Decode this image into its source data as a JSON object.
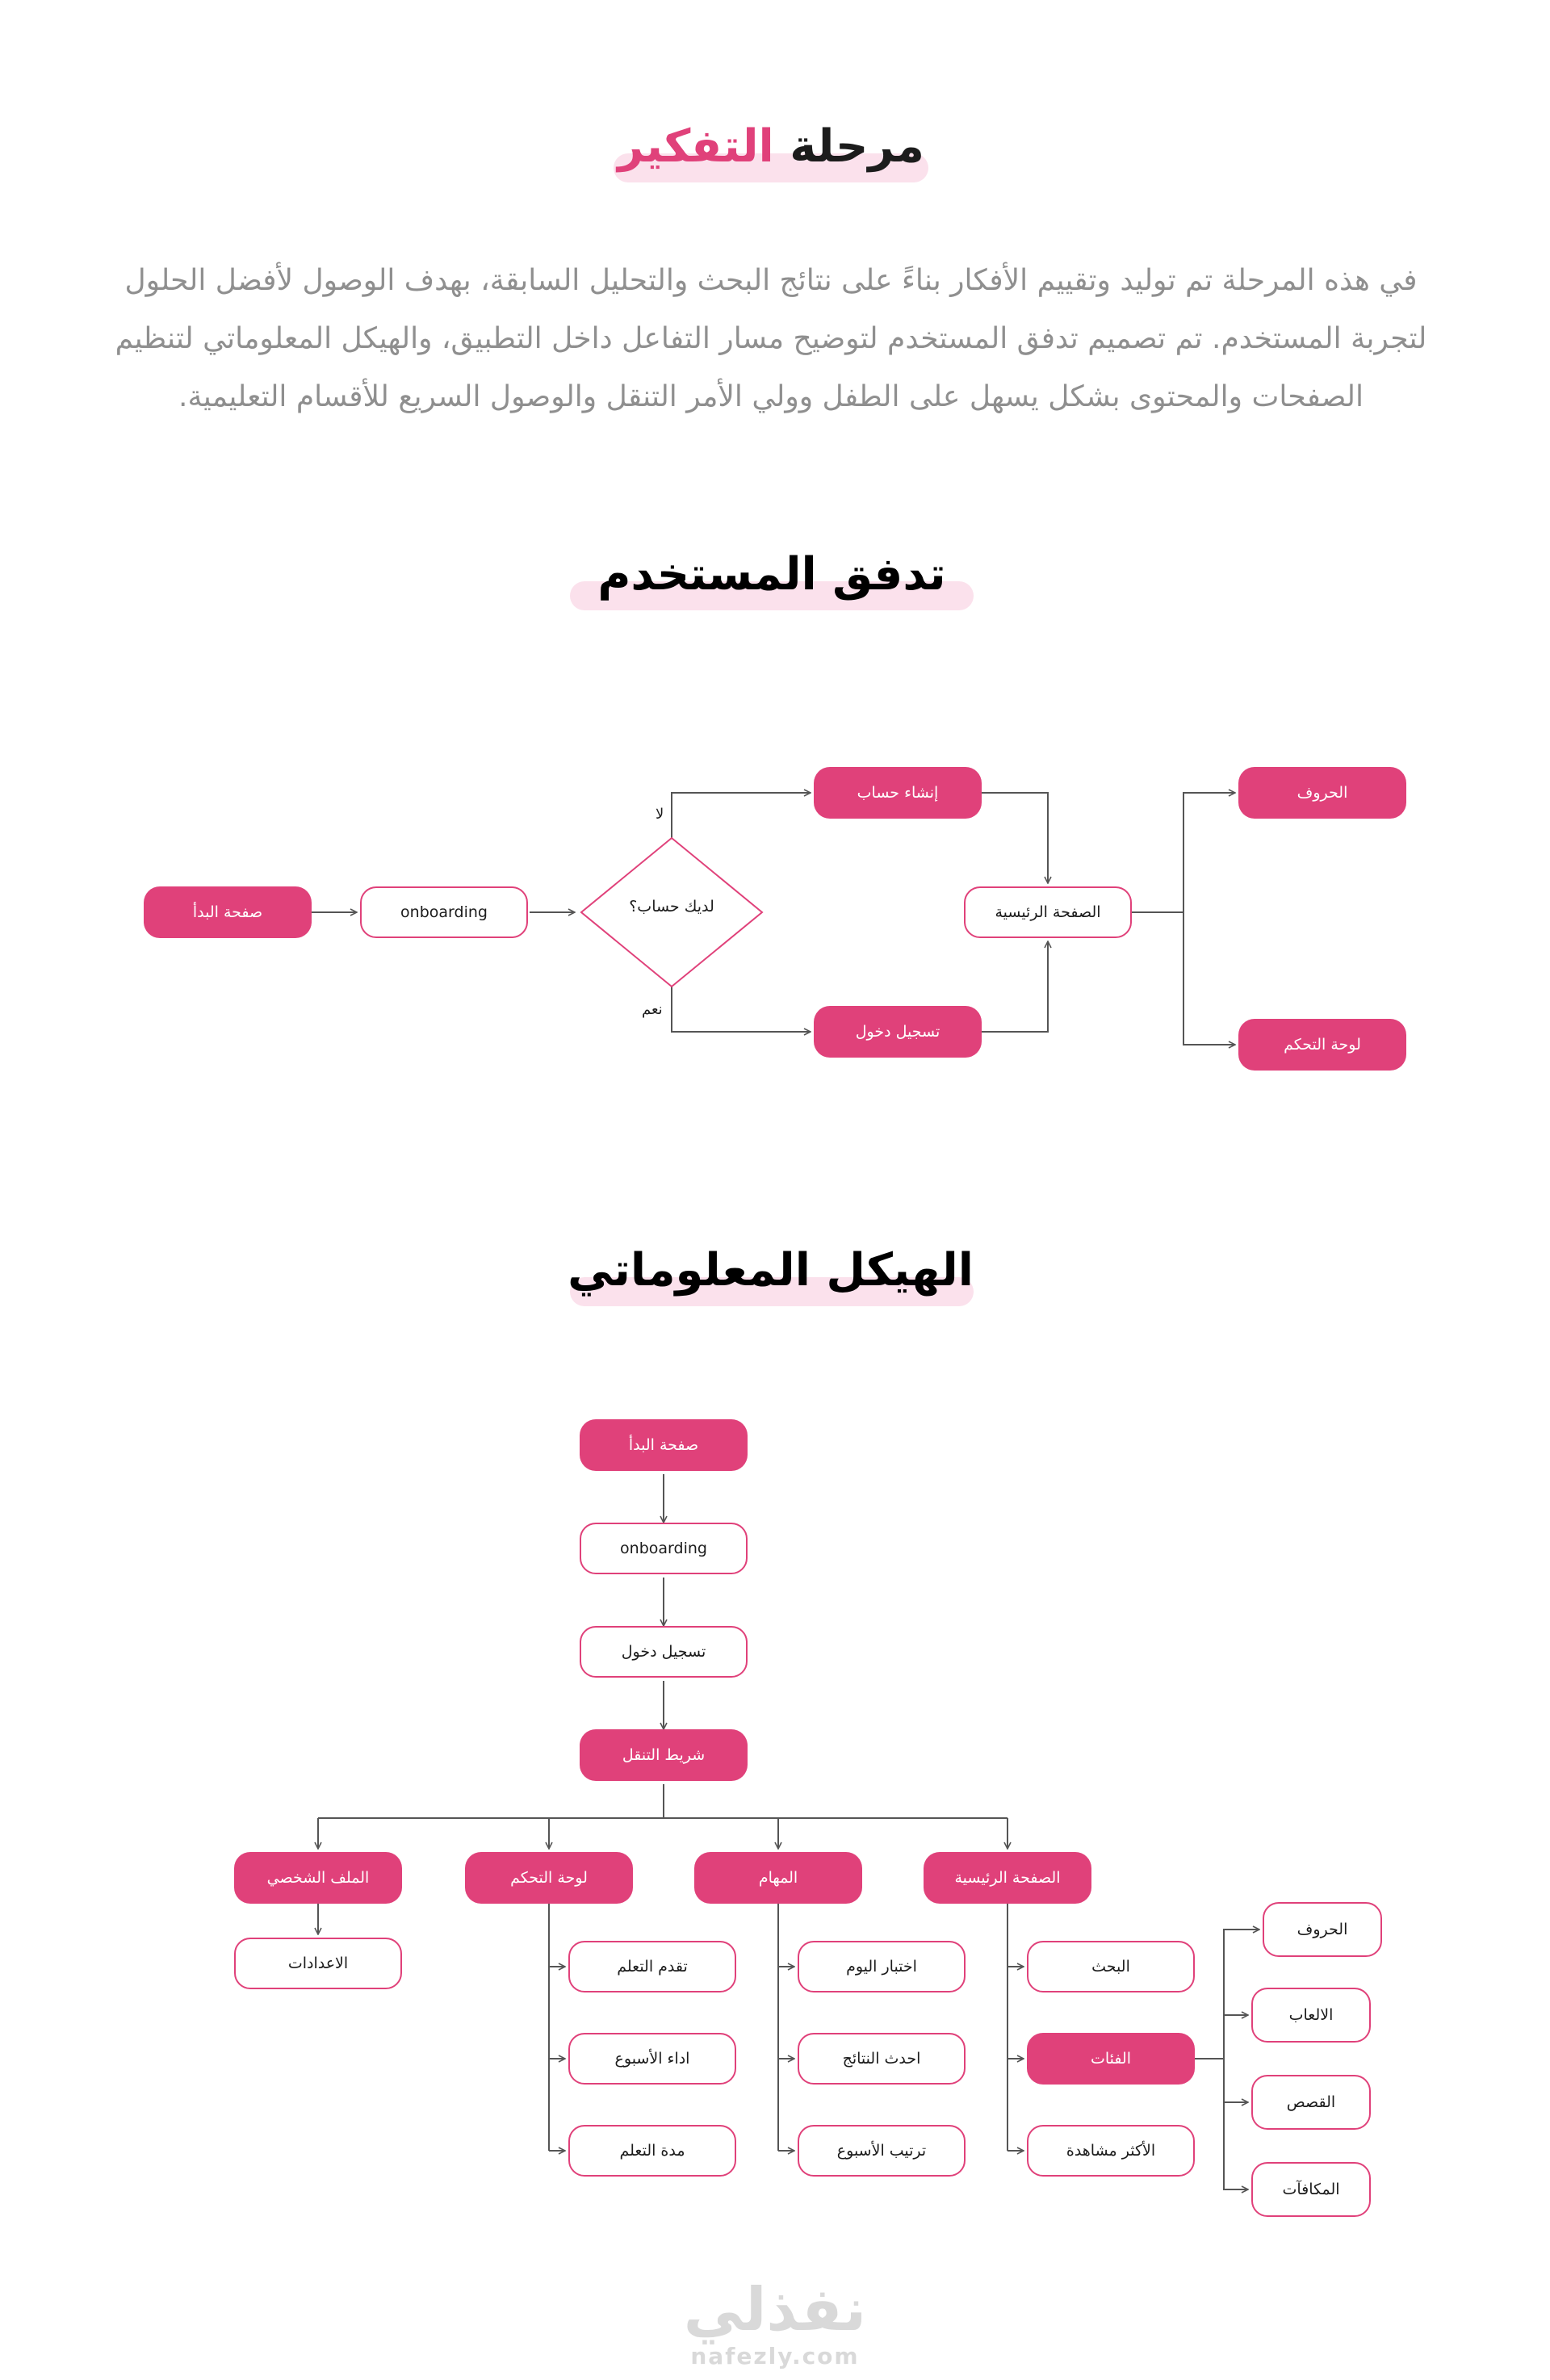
{
  "ideation": {
    "title_part1": "مرحلة",
    "title_part2": "التفكير",
    "paragraph": "في هذه المرحلة تم توليد وتقييم الأفكار بناءً على نتائج البحث والتحليل السابقة، بهدف الوصول لأفضل الحلول لتجربة المستخدم. تم تصميم تدفق المستخدم لتوضيح مسار التفاعل داخل التطبيق، والهيكل المعلوماتي لتنظيم الصفحات والمحتوى بشكل يسهل على الطفل وولي الأمر التنقل والوصول السريع للأقسام التعليمية."
  },
  "user_flow": {
    "title": "تدفق المستخدم",
    "start": "صفحة البدأ",
    "onboarding": "onboarding",
    "decision": "لديك حساب؟",
    "no_label": "لا",
    "yes_label": "نعم",
    "signup": "إنشاء حساب",
    "login": "تسجيل دخول",
    "home": "الصفحة الرئيسية",
    "letters": "الحروف",
    "dashboard": "لوحة التحكم"
  },
  "info_arch": {
    "title": "الهيكل المعلوماتي",
    "start": "صفحة البدأ",
    "onboarding": "onboarding",
    "login": "تسجيل دخول",
    "navbar": "شريط التنقل",
    "profile": "الملف الشخصي",
    "settings": "الاعدادات",
    "dashboard": "لوحة التحكم",
    "dashboard_items": [
      "تقدم التعلم",
      "اداء الأسبوع",
      "مدة التعلم"
    ],
    "tasks": "المهام",
    "tasks_items": [
      "اختبار اليوم",
      "احدث النتائج",
      "ترتيب الأسبوع"
    ],
    "home": "الصفحة الرئيسية",
    "home_items": [
      "البحث",
      "الفئات",
      "الأكثر مشاهدة"
    ],
    "categories_items": [
      "الحروف",
      "الالعاب",
      "القصص",
      "المكافآت"
    ]
  },
  "logo": {
    "arabic": "نفذلي",
    "latin": "nafezly.com"
  },
  "colors": {
    "accent": "#e0417a",
    "highlight": "#fbe1ec",
    "text_dark": "#1c1c1c",
    "text_gray": "#8f8f8f",
    "line": "#555555"
  }
}
